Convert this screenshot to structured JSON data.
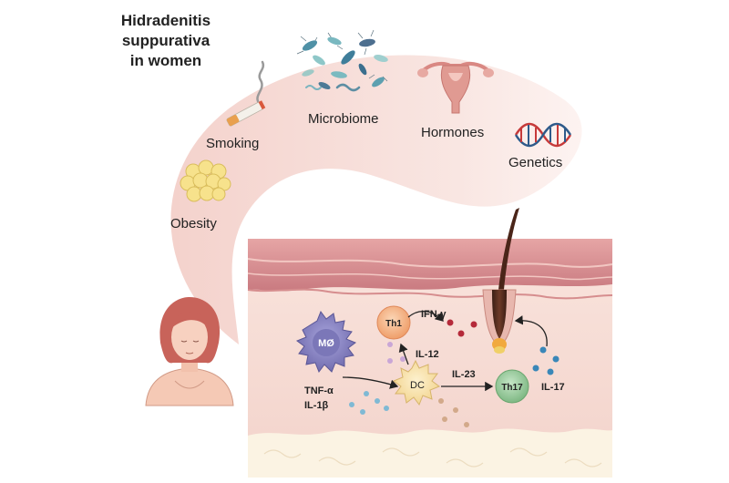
{
  "title": {
    "line1": "Hidradenitis",
    "line2": "suppurativa",
    "line3": "in women"
  },
  "factors": {
    "smoking": "Smoking",
    "microbiome": "Microbiome",
    "hormones": "Hormones",
    "genetics": "Genetics",
    "obesity": "Obesity"
  },
  "cells": {
    "macrophage": "MØ",
    "dendritic": "DC",
    "th1": "Th1",
    "th17": "Th17"
  },
  "cytokines": {
    "tnf": "TNF-α",
    "il1b": "IL-1β",
    "il12": "IL-12",
    "ifng": "IFN-γ",
    "il23": "IL-23",
    "il17": "IL-17"
  },
  "colors": {
    "banner": "#f6dcd7",
    "skin_top": "#d9898e",
    "dermis": "#f6ddd6",
    "fat": "#fbf5e8",
    "macrophage": "#8b86c4",
    "dendritic": "#f8e2a8",
    "th1": "#f6b98a",
    "th17": "#9ccca0",
    "hair": "#5a2f22"
  },
  "icons": [
    "cigarette-icon",
    "bacteria-icon",
    "uterus-icon",
    "dna-icon",
    "fat-cells-icon",
    "woman-icon",
    "hair-follicle-icon"
  ]
}
